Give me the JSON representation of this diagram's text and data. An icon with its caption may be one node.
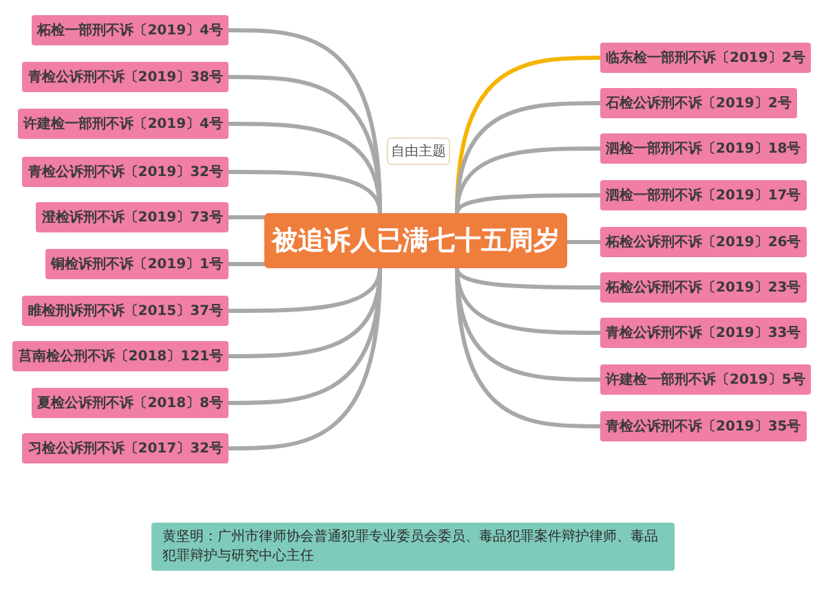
{
  "diagram": {
    "nodes": [
      {
        "text": [
          "被追诉人已满七十五周岁"
        ]
      },
      {
        "text": [
          "柘检一部刑不诉〔2019〕4号"
        ]
      },
      {
        "text": [
          "青检公诉刑不诉〔2019〕38号"
        ]
      },
      {
        "text": [
          "许建检一部刑不诉〔2019〕4号"
        ]
      },
      {
        "text": [
          "青检公诉刑不诉〔2019〕32号"
        ]
      },
      {
        "text": [
          "澄检诉刑不诉〔2019〕73号"
        ]
      },
      {
        "text": [
          "铜检诉刑不诉〔2019〕1号"
        ]
      },
      {
        "text": [
          "睢检刑诉刑不诉〔2015〕37号"
        ]
      },
      {
        "text": [
          "莒南检公刑不诉〔2018〕121号"
        ]
      },
      {
        "text": [
          "夏检公诉刑不诉〔2018〕8号"
        ]
      },
      {
        "text": [
          "习检公诉刑不诉〔2017〕32号"
        ]
      },
      {
        "text": [
          "临东检一部刑不诉〔2019〕2号"
        ]
      },
      {
        "text": [
          "石检公诉刑不诉〔2019〕2号"
        ]
      },
      {
        "text": [
          "泗检一部刑不诉〔2019〕18号"
        ]
      },
      {
        "text": [
          "泗检一部刑不诉〔2019〕17号"
        ]
      },
      {
        "text": [
          "柘检公诉刑不诉〔2019〕26号"
        ]
      },
      {
        "text": [
          "柘检公诉刑不诉〔2019〕23号"
        ]
      },
      {
        "text": [
          "青检公诉刑不诉〔2019〕33号"
        ]
      },
      {
        "text": [
          "许建检一部刑不诉〔2019〕5号"
        ]
      },
      {
        "text": [
          "青检公诉刑不诉〔2019〕35号"
        ]
      },
      {
        "text": [
          "自由主题"
        ]
      },
      {
        "text": [
          "黄坚明：广州市律师协会普通犯罪专业委员会委员、毒品犯罪案件辩护律师、毒品犯罪辩护与研究中心主任"
        ]
      }
    ],
    "edges": [
      {
        "from": 0,
        "to": 1,
        "arrow": "none"
      },
      {
        "from": 0,
        "to": 2,
        "arrow": "none"
      },
      {
        "from": 0,
        "to": 3,
        "arrow": "none"
      },
      {
        "from": 0,
        "to": 4,
        "arrow": "none"
      },
      {
        "from": 0,
        "to": 5,
        "arrow": "none"
      },
      {
        "from": 0,
        "to": 6,
        "arrow": "none"
      },
      {
        "from": 0,
        "to": 7,
        "arrow": "none"
      },
      {
        "from": 0,
        "to": 8,
        "arrow": "none"
      },
      {
        "from": 0,
        "to": 9,
        "arrow": "none"
      },
      {
        "from": 0,
        "to": 10,
        "arrow": "none"
      },
      {
        "from": 0,
        "to": 11,
        "arrow": "none",
        "color": "#f5b400"
      },
      {
        "from": 0,
        "to": 12,
        "arrow": "none"
      },
      {
        "from": 0,
        "to": 13,
        "arrow": "none"
      },
      {
        "from": 0,
        "to": 14,
        "arrow": "none"
      },
      {
        "from": 0,
        "to": 15,
        "arrow": "none"
      },
      {
        "from": 0,
        "to": 16,
        "arrow": "none"
      },
      {
        "from": 0,
        "to": 17,
        "arrow": "none"
      },
      {
        "from": 0,
        "to": 18,
        "arrow": "none"
      },
      {
        "from": 0,
        "to": 19,
        "arrow": "none"
      }
    ]
  }
}
